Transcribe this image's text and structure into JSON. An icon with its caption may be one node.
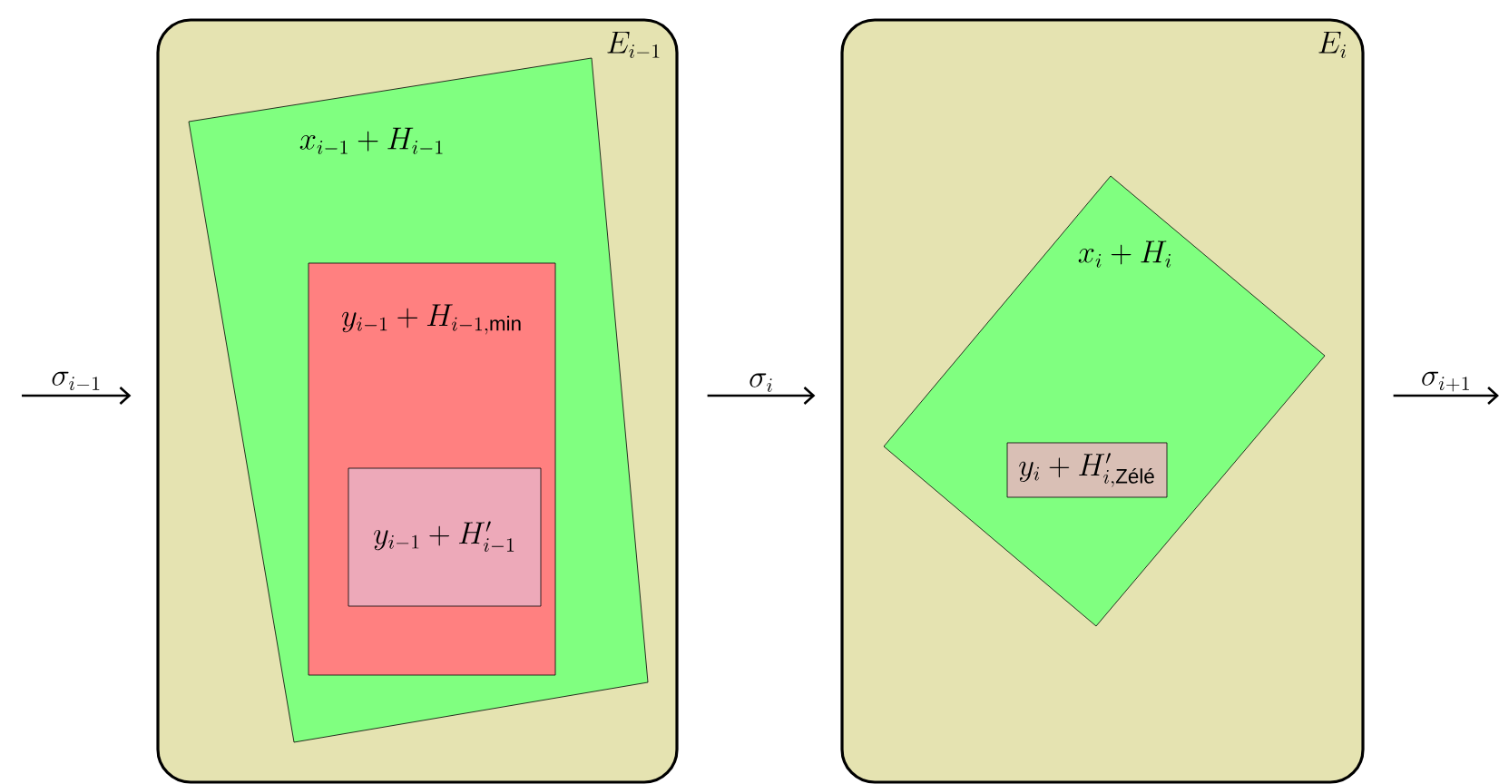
{
  "diagram": {
    "nodes": [
      {
        "text": [
          "E_{i-1}"
        ]
      },
      {
        "text": [
          "x_{i-1}+H_{i-1}"
        ],
        "in": 0
      },
      {
        "text": [
          "y_{i-1}+H_{i-1,\\mathrm{min}}"
        ],
        "in": 1
      },
      {
        "text": [
          "y_{i-1}+H'_{i-1}"
        ],
        "in": 2
      },
      {
        "text": [
          "E_i"
        ]
      },
      {
        "text": [
          "x_i+H_i"
        ],
        "in": 4
      },
      {
        "text": [
          "y_i+H'_{i,\\mathrm{Zélé}}"
        ],
        "in": 5
      }
    ],
    "edges": [
      {
        "from": null,
        "to": 0,
        "arrow": "to",
        "label": "\\sigma_{i-1}"
      },
      {
        "from": 0,
        "to": 4,
        "arrow": "to",
        "label": "\\sigma_i"
      },
      {
        "from": 4,
        "to": null,
        "arrow": "to",
        "label": "\\sigma_{i+1}"
      }
    ]
  }
}
